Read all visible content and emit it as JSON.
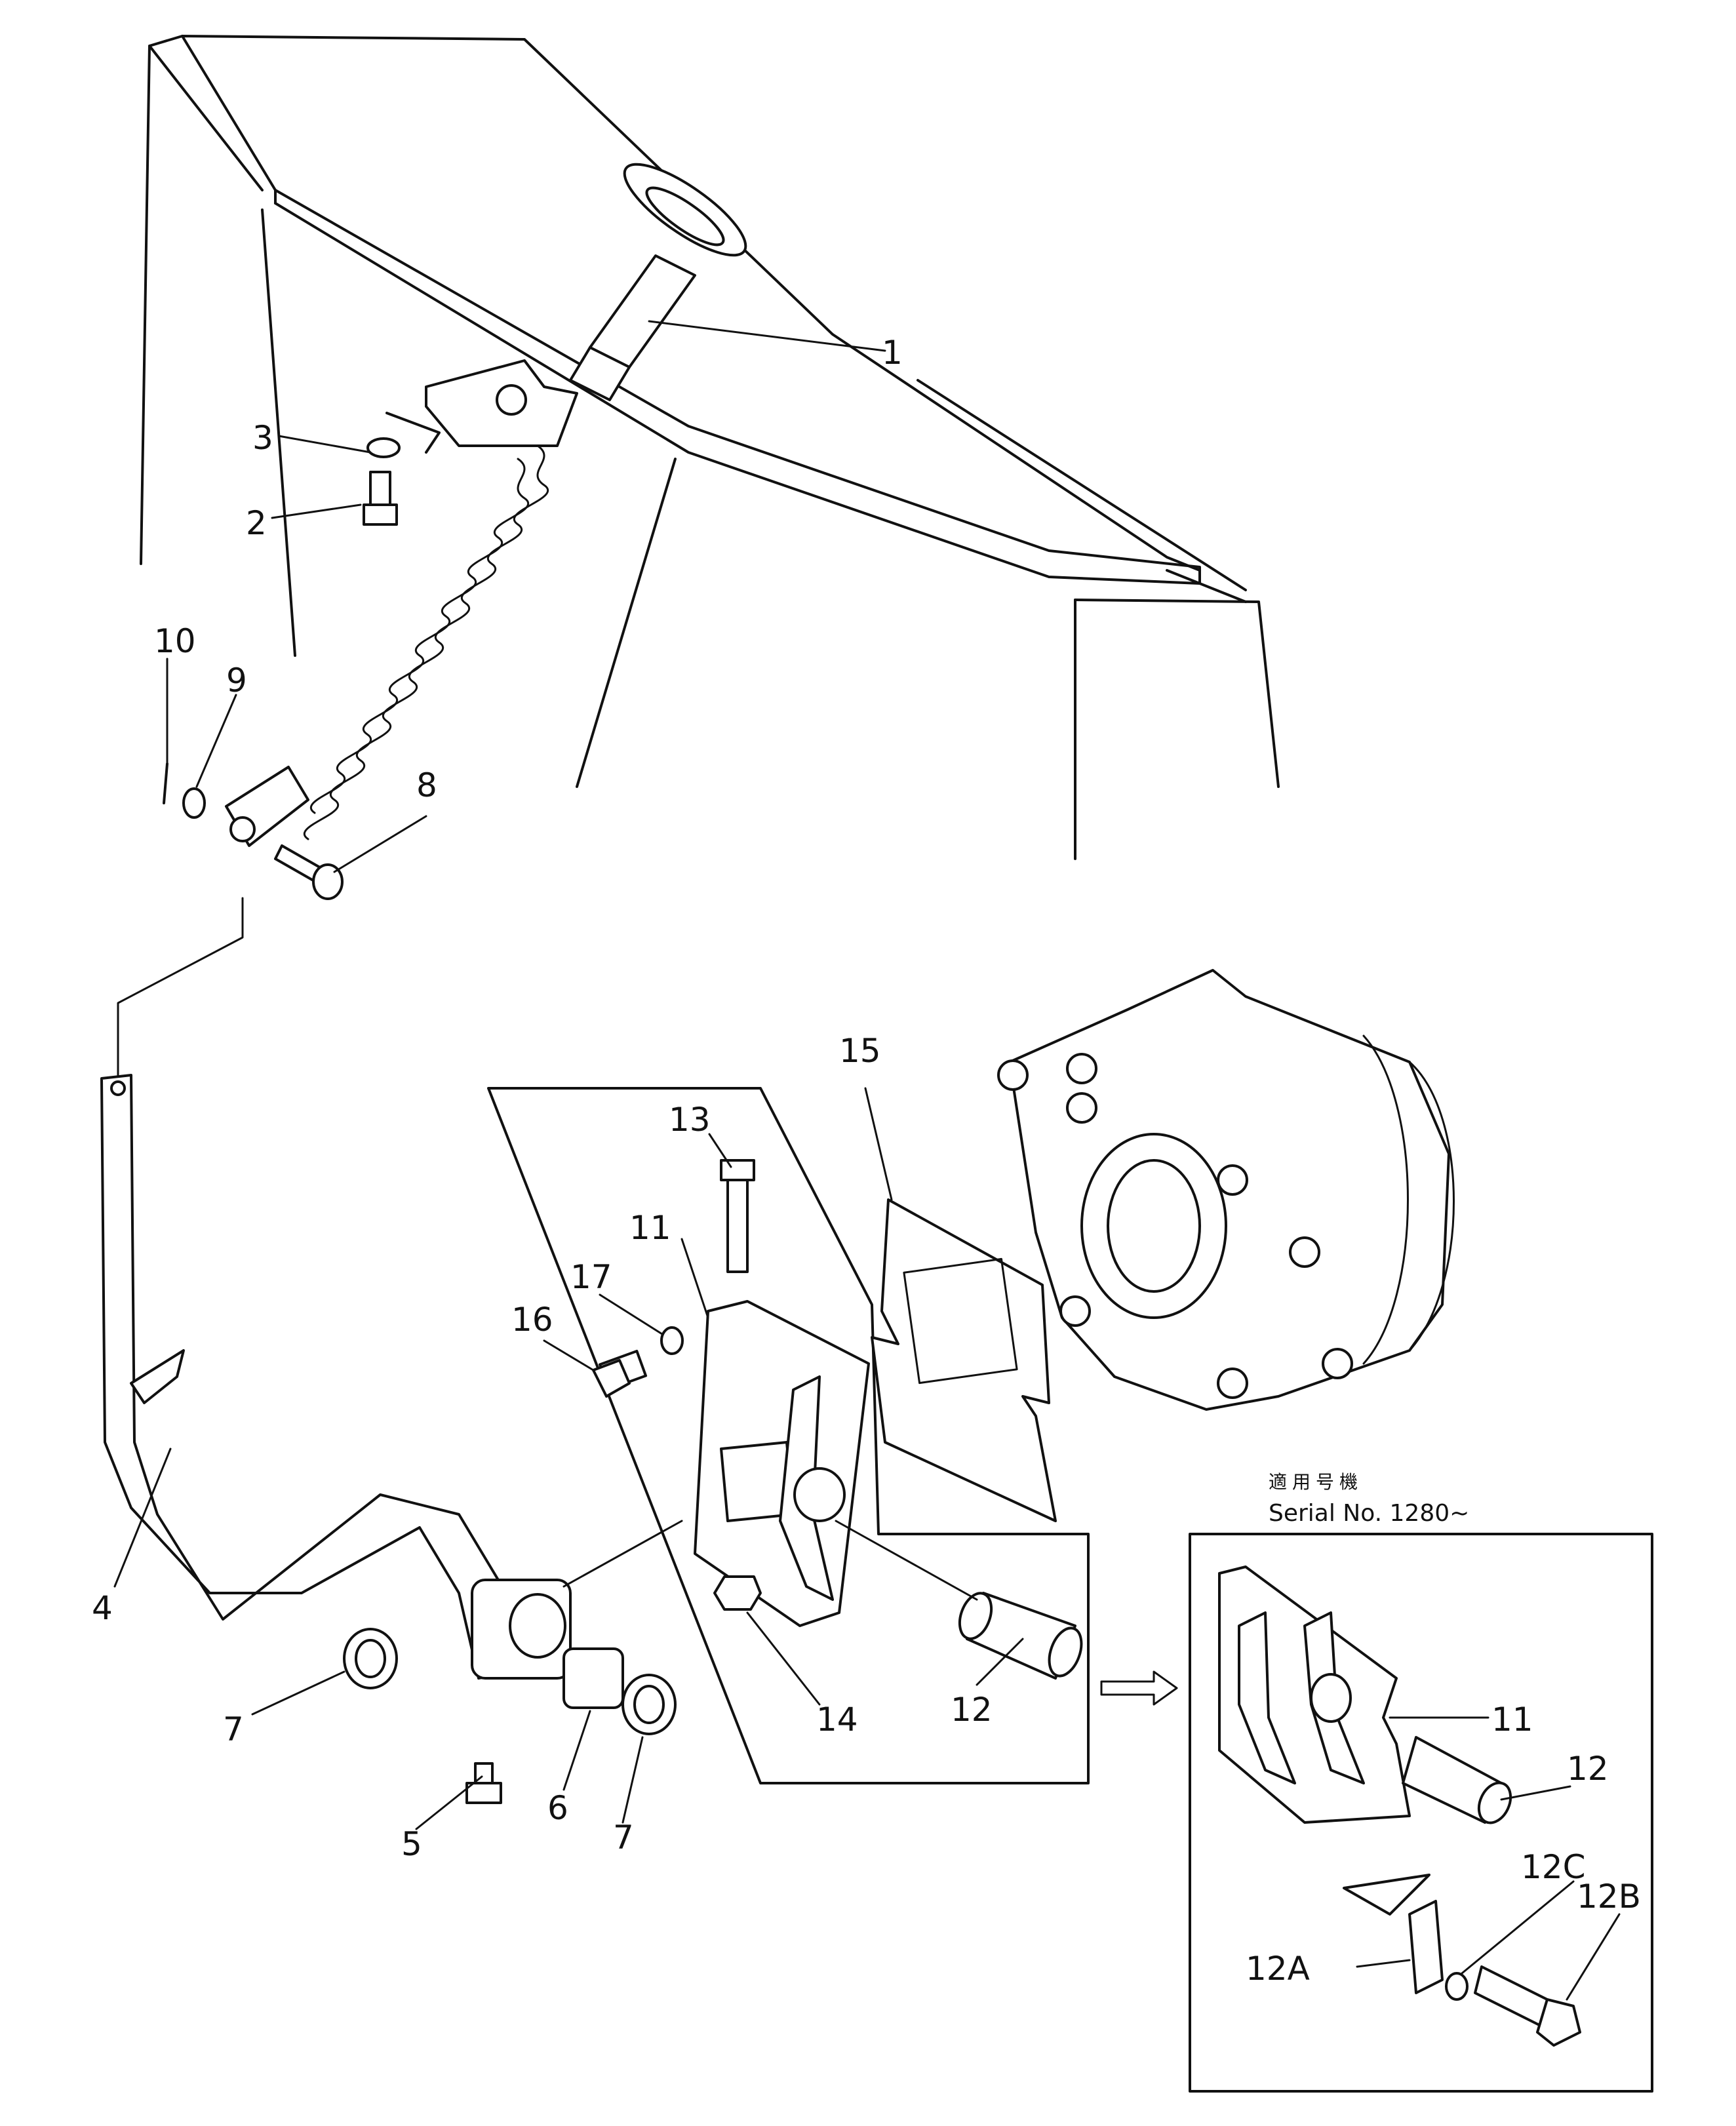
{
  "callouts": [
    {
      "id": "c1",
      "label": "1"
    },
    {
      "id": "c2",
      "label": "2"
    },
    {
      "id": "c3",
      "label": "3"
    },
    {
      "id": "c4",
      "label": "4"
    },
    {
      "id": "c5",
      "label": "5"
    },
    {
      "id": "c6",
      "label": "6"
    },
    {
      "id": "c7a",
      "label": "7"
    },
    {
      "id": "c7b",
      "label": "7"
    },
    {
      "id": "c8",
      "label": "8"
    },
    {
      "id": "c9",
      "label": "9"
    },
    {
      "id": "c10",
      "label": "10"
    },
    {
      "id": "c11",
      "label": "11"
    },
    {
      "id": "c12",
      "label": "12"
    },
    {
      "id": "c13",
      "label": "13"
    },
    {
      "id": "c14",
      "label": "14"
    },
    {
      "id": "c15",
      "label": "15"
    },
    {
      "id": "c16",
      "label": "16"
    },
    {
      "id": "c17",
      "label": "17"
    },
    {
      "id": "c11b",
      "label": "11"
    },
    {
      "id": "c12b",
      "label": "12"
    },
    {
      "id": "c12a",
      "label": "12A"
    },
    {
      "id": "c12bb",
      "label": "12B"
    },
    {
      "id": "c12c",
      "label": "12C"
    }
  ],
  "serial_note": {
    "japanese": "適用号機",
    "text": "Serial No. 1280~"
  }
}
